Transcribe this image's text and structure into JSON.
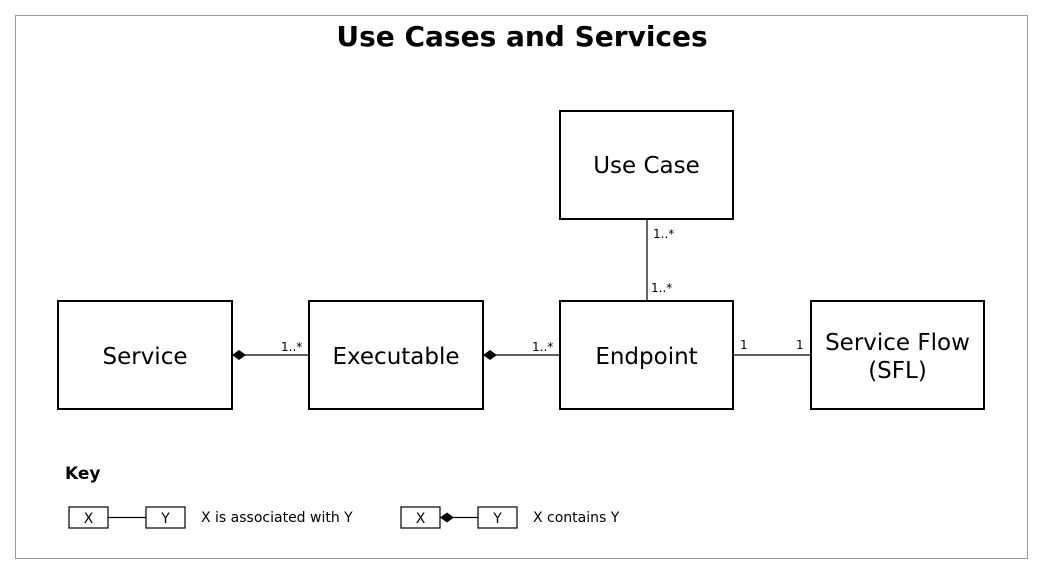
{
  "title": "Use Cases and Services",
  "nodes": {
    "use_case": "Use Case",
    "service": "Service",
    "executable": "Executable",
    "endpoint": "Endpoint",
    "sfl_line1": "Service Flow",
    "sfl_line2": "(SFL)"
  },
  "edges": {
    "usecase_endpoint": {
      "source_mult": "1..*",
      "target_mult": "1..*",
      "kind": "association"
    },
    "service_executable": {
      "target_mult": "1..*",
      "kind": "composition"
    },
    "executable_endpoint": {
      "target_mult": "1..*",
      "kind": "composition"
    },
    "endpoint_sfl": {
      "source_mult": "1",
      "target_mult": "1",
      "kind": "association"
    }
  },
  "key": {
    "title": "Key",
    "association": {
      "x": "X",
      "y": "Y",
      "text": "X is associated with Y"
    },
    "composition": {
      "x": "X",
      "y": "Y",
      "text": "X contains Y"
    }
  },
  "colors": {
    "stroke": "#000000",
    "frame": "#9a9a9a",
    "fill": "#ffffff"
  }
}
